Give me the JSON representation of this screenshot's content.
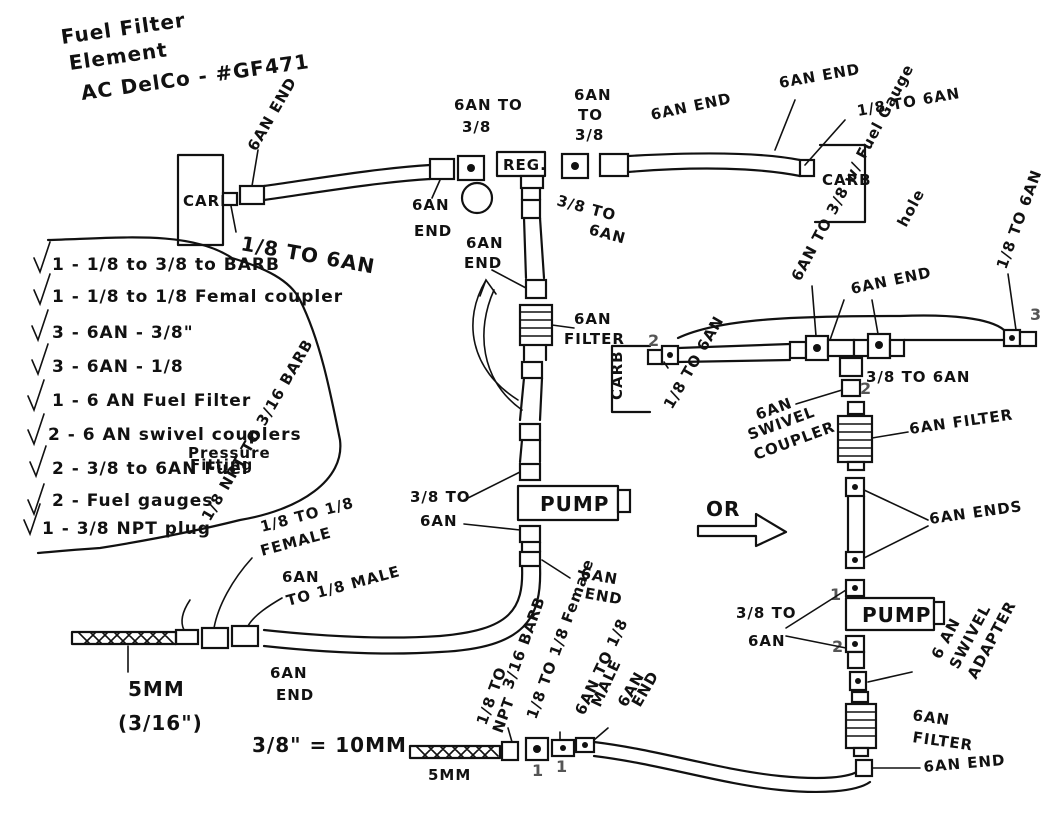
{
  "header": {
    "line1": "Fuel Filter",
    "line2": "Element",
    "line3": "AC DelCo - #GF471"
  },
  "parts_list": [
    "1 - 1/8 to 3/8 to BARB",
    "1 - 1/8 to 1/8 Femal coupler",
    "3 - 6AN - 3/8\"",
    "3 - 6AN - 1/8",
    "1 - 6 AN Fuel Filter",
    "2 - 6 AN swivel couplers",
    "2 - 3/8 to 6AN Fuel",
    "Pressure",
    "Fitting",
    "2 - Fuel gauges",
    "1 - 3/8 NPT plug"
  ],
  "left_diagram": {
    "carb_left": "CARB.",
    "carb_right": "CARB",
    "reg": "REG.",
    "pump": "PUMP",
    "labels": {
      "an_end_left_top": "6AN END",
      "eighth_to_6an": "1/8 TO 6AN",
      "an_to_38_a_1": "6AN TO",
      "an_to_38_a_2": "3/8",
      "an_end_mid_1": "6AN",
      "an_end_mid_2": "END",
      "an_to_38_b_1": "6AN",
      "an_to_38_b_2": "TO",
      "an_to_38_b_3": "3/8",
      "an_end_top_right": "6AN END",
      "an_end_far_right": "6AN END",
      "eighth_to_6an_right": "1/8 TO 6AN",
      "reg_out_1": "3/8 TO",
      "reg_out_2": "6AN",
      "an_end_vert_1": "6AN",
      "an_end_vert_2": "END",
      "an_filter_1": "6AN",
      "an_filter_2": "FILTER",
      "pump_in_1": "3/8 TO",
      "pump_in_2": "6AN",
      "an_end_pump_1": "6AN",
      "an_end_pump_2": "END",
      "npt_barb": "1/8 NPT TO 3/16 BARB",
      "eighth_female_1": "1/8 TO 1/8",
      "eighth_female_2": "FEMALE",
      "an_male_1": "6AN",
      "an_male_2": "TO 1/8 MALE",
      "an_end_bottom_1": "6AN",
      "an_end_bottom_2": "END",
      "five_mm": "5MM",
      "three_sixteenths": "(3/16\")",
      "conversion": "3/8\" = 10MM",
      "bot_npt_1": "1/8 TO",
      "bot_npt_2": "NPT",
      "bot_barb": "3/16 BARB",
      "bot_female": "1/8 TO 1/8 Female",
      "bot_male_1": "6AN TO 1/8",
      "bot_male_2": "MALE",
      "bot_end_1": "6AN",
      "bot_end_2": "END",
      "five_mm_bottom": "5MM"
    }
  },
  "or_label": "OR",
  "right_diagram": {
    "carb": "CARB",
    "pump": "PUMP",
    "labels": {
      "gauge_hole_1": "6AN TO 3/8 w/ Fuel Gauge",
      "gauge_hole_2": "hole",
      "an_end": "6AN END",
      "eighth_6an_right": "1/8 TO 6AN",
      "eighth_6an_left": "1/8 TO 6AN",
      "t_fitting": "3/8 TO 6AN",
      "swivel_1": "6AN",
      "swivel_2": "SWIVEL",
      "swivel_3": "COUPLER",
      "filter_top": "6AN FILTER",
      "ends": "6AN ENDS",
      "pump_in_1": "3/8 TO",
      "pump_in_2": "6AN",
      "swivel_adapter_1": "6 AN",
      "swivel_adapter_2": "SWIVEL",
      "swivel_adapter_3": "ADAPTER",
      "filter_bottom_1": "6AN",
      "filter_bottom_2": "FILTER",
      "an_end_bottom": "6AN END"
    },
    "numbers": [
      "2",
      "3",
      "2",
      "1",
      "2",
      "1",
      "1"
    ]
  }
}
